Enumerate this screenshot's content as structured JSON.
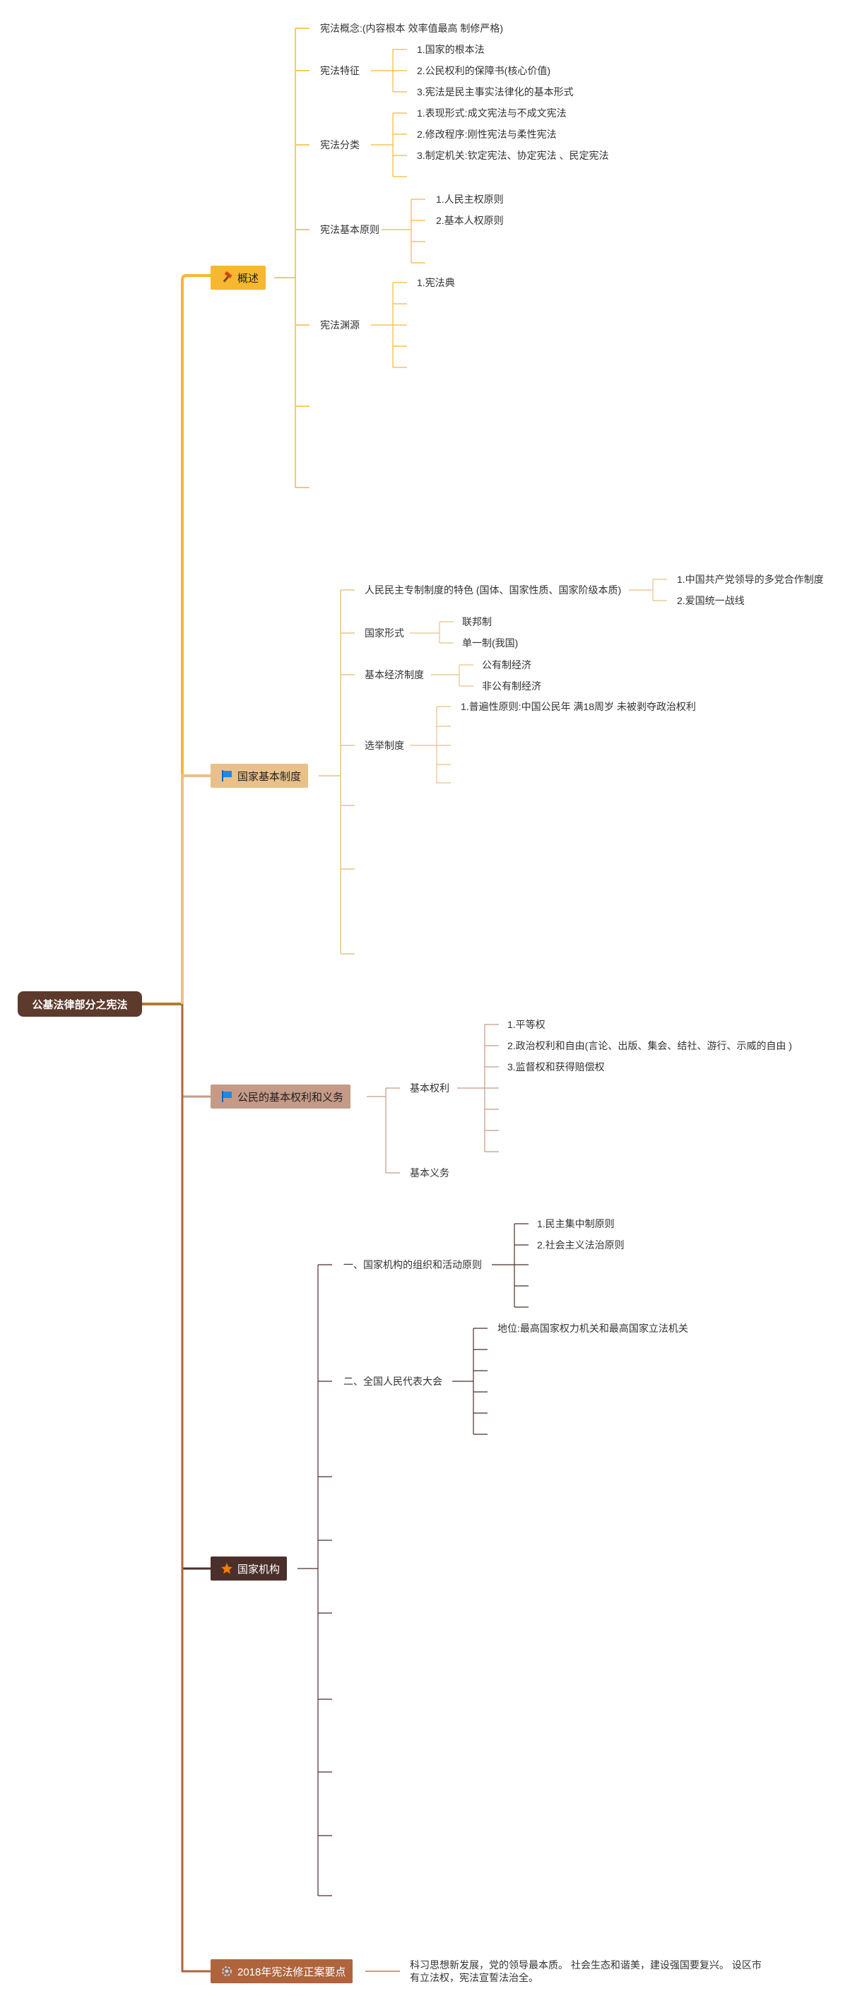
{
  "root": {
    "label": "公基法律部分之宪法"
  },
  "colors": {
    "overview": "#f7b731",
    "system": "#e8c089",
    "rights": "#c59a86",
    "organs": "#4a2f2a",
    "amendment": "#b0643c",
    "root": "#5e3a2c"
  },
  "branches": {
    "overview": {
      "label": "概述",
      "icon": "hammer-icon",
      "items": {
        "concept": "宪法概念:(内容根本 效率值最高 制修严格)",
        "features": {
          "label": "宪法特征",
          "subs": [
            "1.国家的根本法",
            "2.公民权利的保障书(核心价值)",
            "3.宪法是民主事实法律化的基本形式"
          ]
        },
        "types": {
          "label": "宪法分类",
          "subs": [
            "1.表现形式:成文宪法与不成文宪法",
            "2.修改程序:刚性宪法与柔性宪法",
            "3.制定机关:钦定宪法、协定宪法 、民定宪法"
          ]
        },
        "principles": {
          "label": "宪法基本原则",
          "subs": [
            "1.人民主权原则",
            "2.基本人权原则"
          ]
        },
        "sources": {
          "label": "宪法渊源",
          "subs": [
            "1.宪法典"
          ]
        }
      }
    },
    "system": {
      "label": "国家基本制度",
      "icon": "flag-icon",
      "items": {
        "democracy": {
          "label": "人民民主专制制度的特色 (国体、国家性质、国家阶级本质)",
          "subs": [
            "1.中国共产党领导的多党合作制度",
            "2.爱国统一战线"
          ]
        },
        "form": {
          "label": "国家形式",
          "subs": [
            "联邦制",
            "单一制(我国)"
          ]
        },
        "economy": {
          "label": "基本经济制度",
          "subs": [
            "公有制经济",
            "非公有制经济"
          ]
        },
        "election": {
          "label": "选举制度",
          "subs": [
            "1.普遍性原则:中国公民年 满18周岁 未被剥夺政治权利"
          ]
        }
      }
    },
    "rights": {
      "label": "公民的基本权利和义务",
      "icon": "flag-icon",
      "items": {
        "basic_rights": {
          "label": "基本权利",
          "subs": [
            "1.平等权",
            "2.政治权利和自由(言论、出版、集会、结社、游行、示威的自由 )",
            "3.监督权和获得赔偿权"
          ]
        },
        "basic_duties": {
          "label": "基本义务"
        }
      }
    },
    "organs": {
      "label": "国家机构",
      "icon": "star-icon",
      "items": {
        "org_principles": {
          "label": "一、国家机构的组织和活动原则",
          "subs": [
            "1.民主集中制原则",
            "2.社会主义法治原则"
          ]
        },
        "npc": {
          "label": "二、全国人民代表大会",
          "subs": [
            "地位:最高国家权力机关和最高国家立法机关"
          ]
        }
      }
    },
    "amendment": {
      "label": "2018年宪法修正案要点",
      "icon": "gear-icon",
      "note": "科习思想新发展，党的领导最本质。 社会生态和谐美，建设强国要复兴。 设区市有立法权，宪法宣誓法治全。"
    }
  }
}
